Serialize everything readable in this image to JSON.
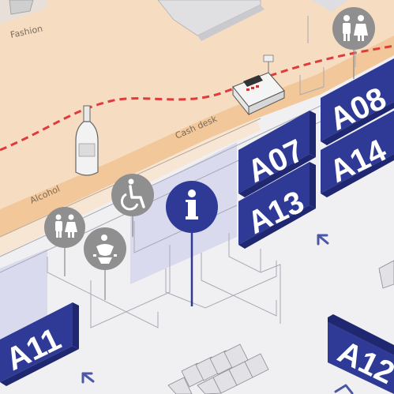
{
  "zones": {
    "fashion_label": "Fashion",
    "alcohol_label": "Alcohol",
    "cash_desk_label": "Cash desk"
  },
  "gates": {
    "a07": "A07",
    "a08": "A08",
    "a13": "A13",
    "a14": "A14",
    "a11": "A11",
    "a12": "A12"
  },
  "icons": {
    "info": "info-icon",
    "wheelchair": "wheelchair-icon",
    "toilets": "toilets-icon",
    "baby_change": "baby-changing-icon",
    "bottle": "wine-bottle-icon",
    "register": "cash-register-icon",
    "direction": "direction-arrow-icon"
  },
  "colors": {
    "floor": "#f0f0f3",
    "shop_floor": "#f6dcc0",
    "shop_band": "#f2c799",
    "sign_blue": "#2e3a96",
    "sign_blue_dark": "#1e2770",
    "pictogram_grey": "#8f8f8f",
    "route_red": "#e03a3a",
    "info_navy": "#2e3a96",
    "arrow_blue": "#4a56a8"
  }
}
